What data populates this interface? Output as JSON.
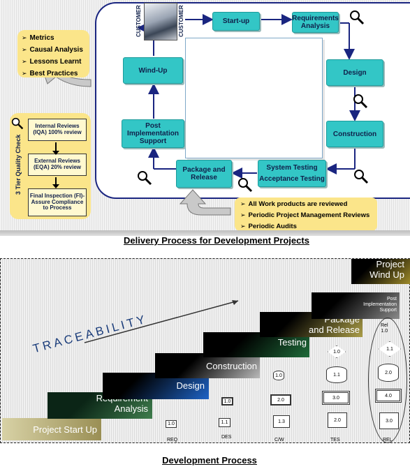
{
  "top": {
    "customer_label_left": "CUSTOMER",
    "customer_label_right": "CUSTOMER",
    "boxes": {
      "startup": "Start-up",
      "requirements": "Requirements Analysis",
      "design": "Design",
      "construction": "Construction",
      "system_testing": "System Testing",
      "acceptance_testing": "Acceptance Testing",
      "package_release": "Package and Release",
      "post_impl": "Post Implementation Support",
      "windup": "Wind-Up"
    },
    "outputs": [
      "Metrics",
      "Causal Analysis",
      "Lessons Learnt",
      "Best Practices"
    ],
    "quality_check_label": "3 Tier Quality Check",
    "reviews": {
      "internal": "Internal Reviews (IQA) 100% review",
      "external": "External Reviews (EQA) 20% review",
      "final": "Final Inspection (FI)- Assure Compliance to Process"
    },
    "bottom_list": [
      "All Work products are reviewed",
      "Periodic Project Management Reviews",
      "Periodic Audits"
    ],
    "caption": "Delivery Process for Development Projects"
  },
  "bottom": {
    "traceability": "TRACEABILITY",
    "steps": {
      "start": "Project Start Up",
      "req1": "Requirement",
      "req2": "Analysis",
      "design": "Design",
      "construction": "Construction",
      "testing": "Testing",
      "package1": "Package",
      "package2": "and Release",
      "post1": "Post",
      "post2": "Implementation",
      "post3": "Support",
      "windup1": "Project",
      "windup2": "Wind Up"
    },
    "versions": {
      "req": "1.0",
      "des1": "1.0",
      "des2": "1.1",
      "c1": "1.0",
      "c2": "2.0",
      "c3": "1.3",
      "t1": "1.0",
      "t2": "1.1",
      "t3": "3.0",
      "t4": "2.0",
      "rel_label": "Rel",
      "rel_ver": "1.0",
      "r1": "1.1",
      "r2": "2.0",
      "r3": "4.0",
      "r4": "3.0"
    },
    "columns": [
      "REQ",
      "DES",
      "C/W",
      "TES",
      "REL"
    ],
    "caption": "Development Process"
  }
}
